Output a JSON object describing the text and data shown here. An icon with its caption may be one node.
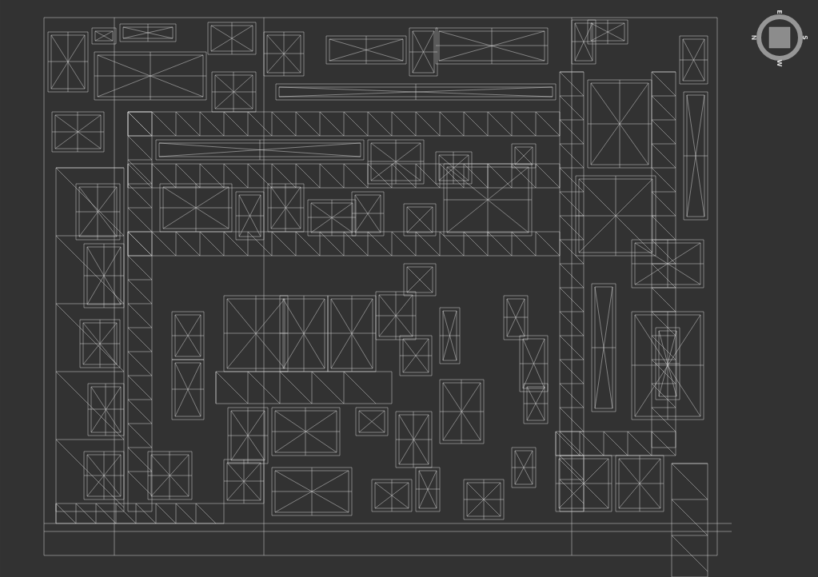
{
  "diagram": {
    "labels": [
      "E",
      "N",
      "S",
      "W"
    ]
  }
}
